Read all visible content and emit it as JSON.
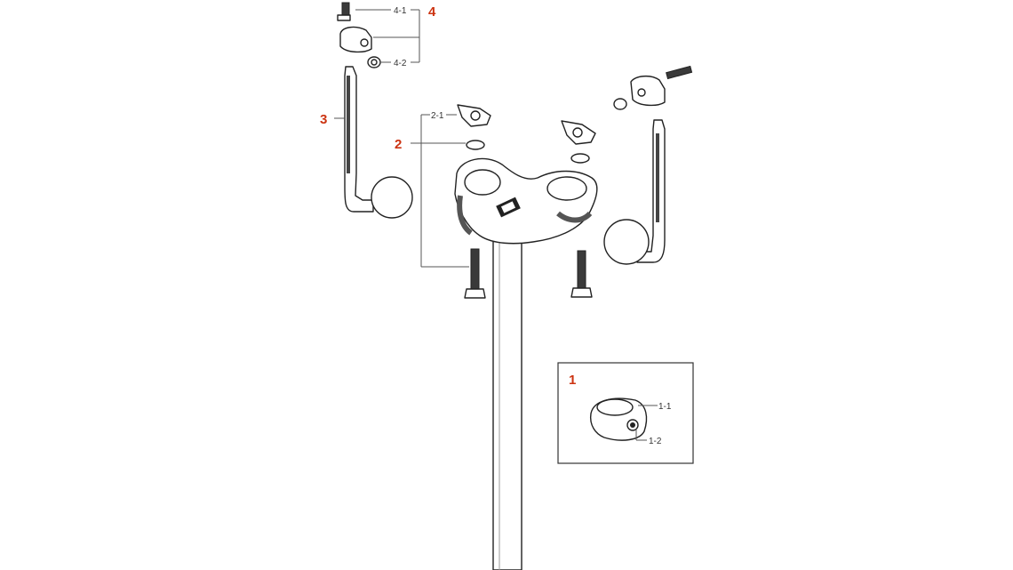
{
  "colors": {
    "callout": "#cc3311",
    "sub_label": "#333333",
    "line": "#222222"
  },
  "callouts": {
    "c1": "1",
    "c2": "2",
    "c3": "3",
    "c4": "4",
    "s1_1": "1-1",
    "s1_2": "1-2",
    "s2_1": "2-1",
    "s4_1": "4-1",
    "s4_2": "4-2"
  }
}
